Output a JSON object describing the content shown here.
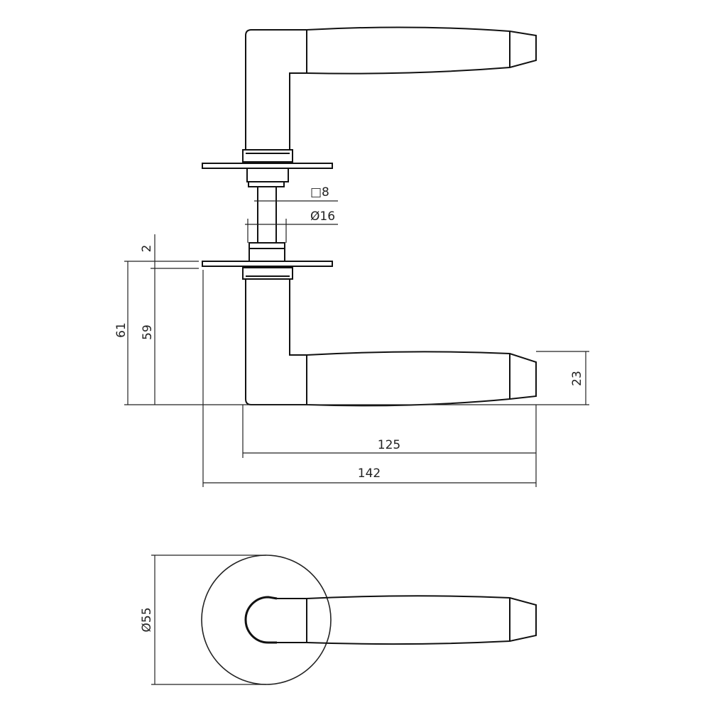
{
  "dimensions": {
    "square_spindle": "□8",
    "spindle_diameter": "Ø16",
    "rose_thickness": "2",
    "height_total": "61",
    "height_handle": "59",
    "grip_height": "23",
    "handle_length": "125",
    "projection_total": "142",
    "rose_diameter": "Ø55"
  },
  "colors": {
    "line": "#111111",
    "background": "#ffffff"
  }
}
